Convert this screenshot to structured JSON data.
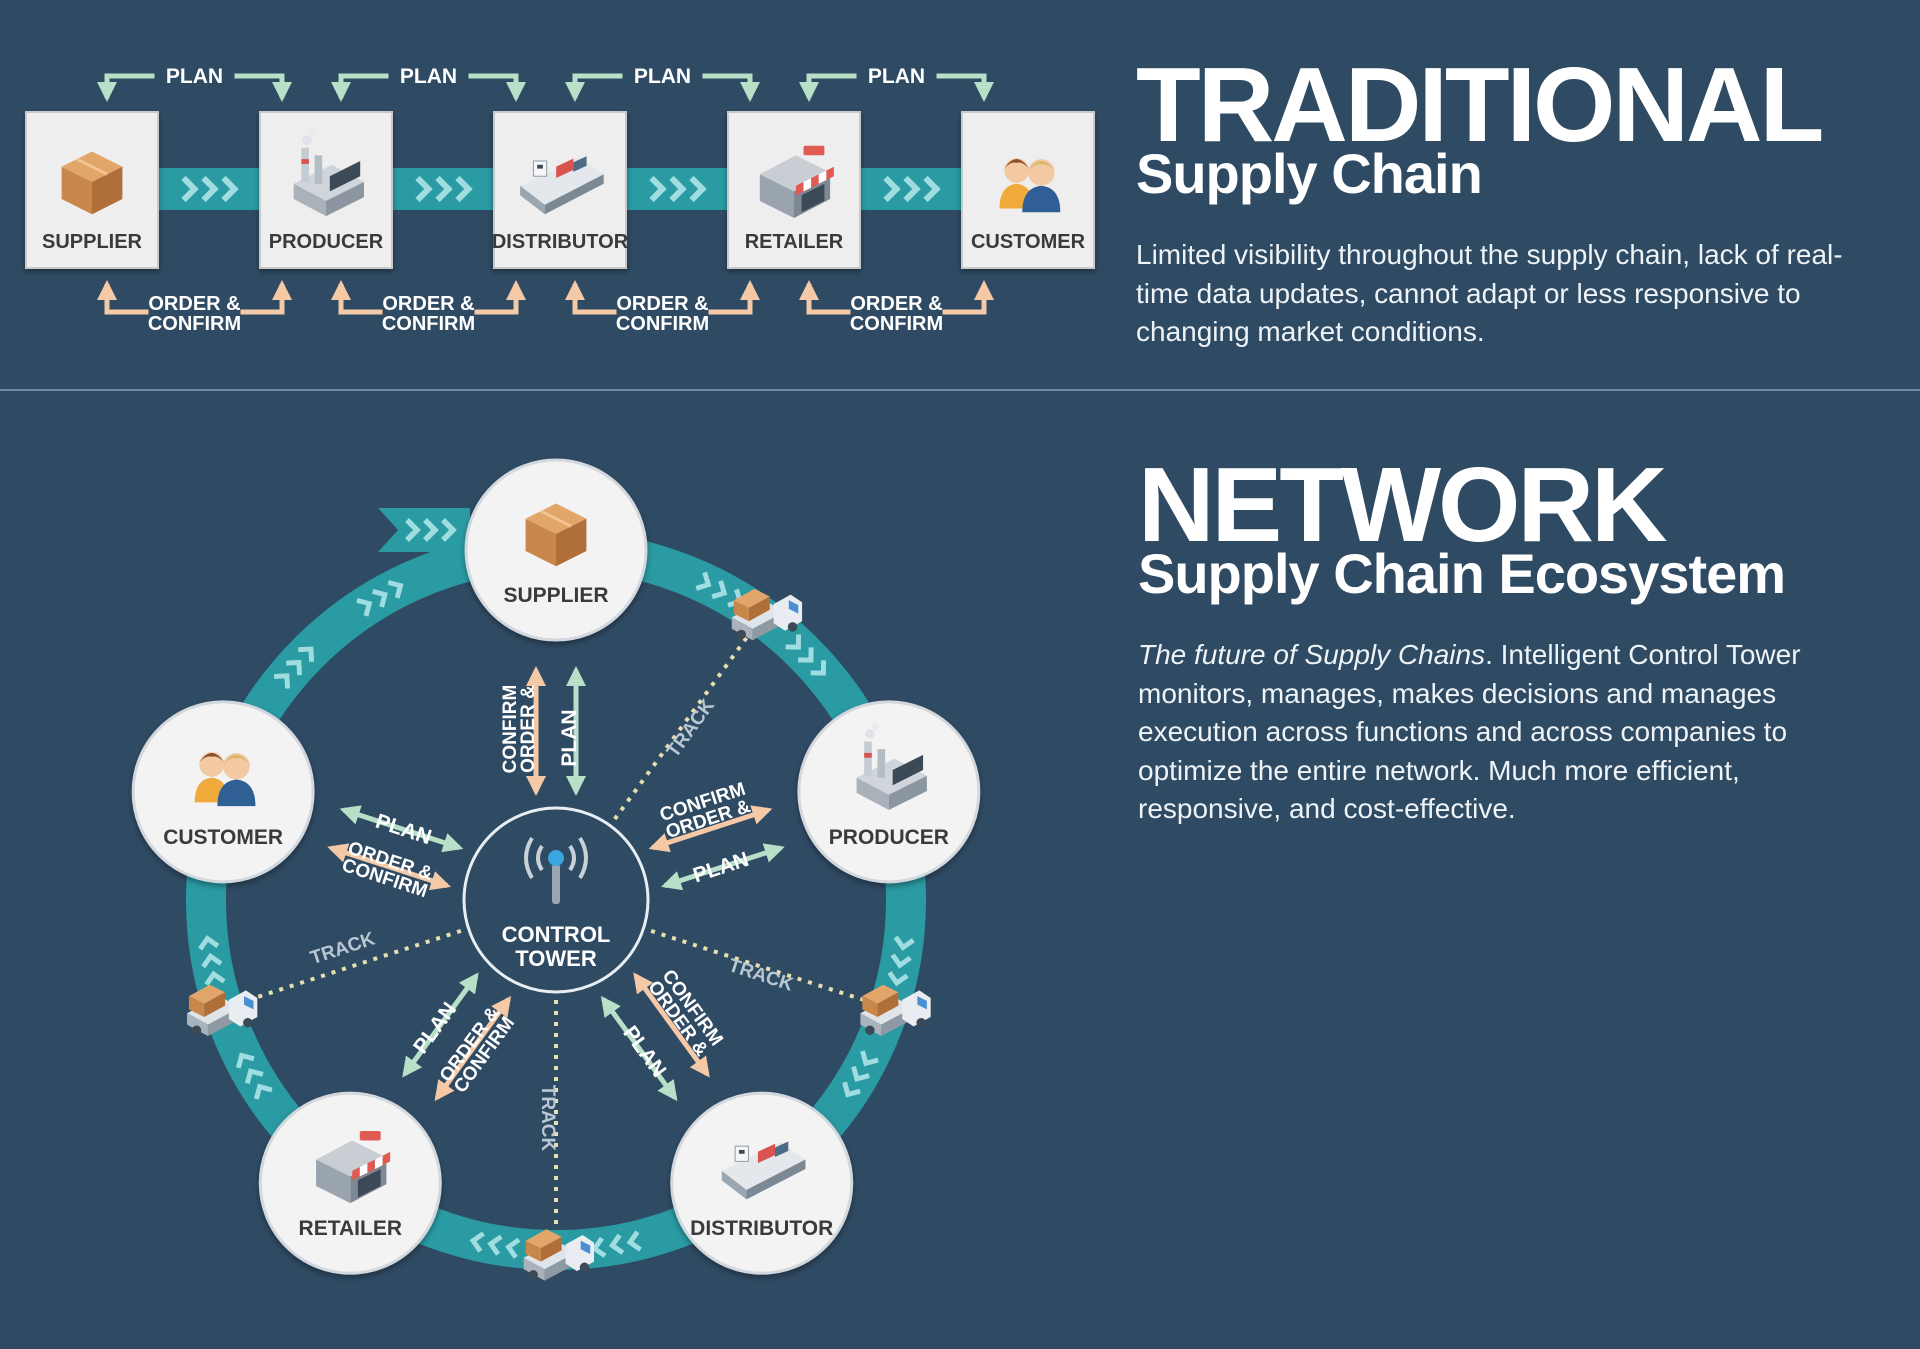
{
  "traditional": {
    "title": "TRADITIONAL",
    "subtitle": "Supply Chain",
    "description": "Limited visibility throughout the supply chain, lack of real-time data updates, cannot adapt or less responsive to changing market conditions.",
    "nodes": [
      "SUPPLIER",
      "PRODUCER",
      "DISTRIBUTOR",
      "RETAILER",
      "CUSTOMER"
    ],
    "plan_label": "PLAN",
    "order_label_line1": "ORDER &",
    "order_label_line2": "CONFIRM"
  },
  "network": {
    "title": "NETWORK",
    "subtitle": "Supply Chain Ecosystem",
    "description_lead": "The future of Supply Chains",
    "description_rest": ". Intelligent Control Tower monitors, manages, makes decisions and manages execution across functions and across companies to optimize the entire network. Much more efficient, responsive, and cost-effective.",
    "center_line1": "CONTROL",
    "center_line2": "TOWER",
    "nodes": [
      "SUPPLIER",
      "PRODUCER",
      "DISTRIBUTOR",
      "RETAILER",
      "CUSTOMER"
    ],
    "plan_label": "PLAN",
    "order_label_line1": "ORDER &",
    "order_label_line2": "CONFIRM",
    "track_label": "TRACK"
  },
  "colors": {
    "background": "#2f4a63",
    "flow_teal": "#2a9aa3",
    "flow_chevron": "#9fdde0",
    "plan_green": "#b8e0c8",
    "order_peach": "#f5c9a6",
    "box_fill": "#eeeeee",
    "circle_fill": "#f3f3f3"
  },
  "icons": {
    "supplier": "box-icon",
    "producer": "factory-icon",
    "distributor": "ship-icon",
    "retailer": "shop-icon",
    "customer": "people-icon",
    "control_tower": "antenna-icon",
    "transport": "truck-icon"
  }
}
